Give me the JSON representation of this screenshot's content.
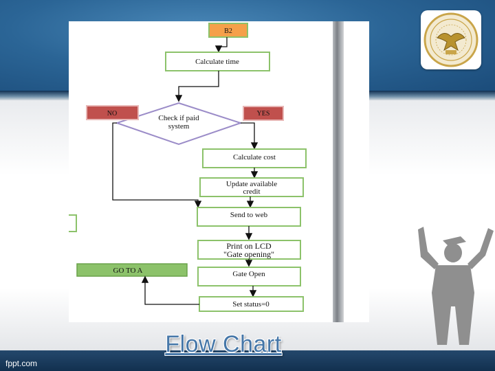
{
  "footer": {
    "brand": "fppt.com"
  },
  "slide": {
    "title": "Flow Chart"
  },
  "flowchart": {
    "b2": "B2",
    "calc_time": "Calculate time",
    "decision_line1": "Check if paid",
    "decision_line2": "system",
    "no": "NO",
    "yes": "YES",
    "calc_cost": "Calculate cost",
    "update_line1": "Update available",
    "update_line2": "credit",
    "send_web": "Send to web",
    "print_line1": "Print on LCD",
    "print_line2": "\"Gate opening\"",
    "gate_open": "Gate Open",
    "set_status": "Set status=0",
    "goto": "GO TO A"
  },
  "colors": {
    "box_border": "#8cc26a",
    "b2_fill": "#f5a04a",
    "label_fill": "#c0504d",
    "goto_fill": "#8cc26a",
    "diamond_border": "#9b8cc8",
    "title": "#4677a8"
  },
  "icons": {
    "logo": "university-seal-icon",
    "graduate": "graduate-silhouette-icon"
  }
}
